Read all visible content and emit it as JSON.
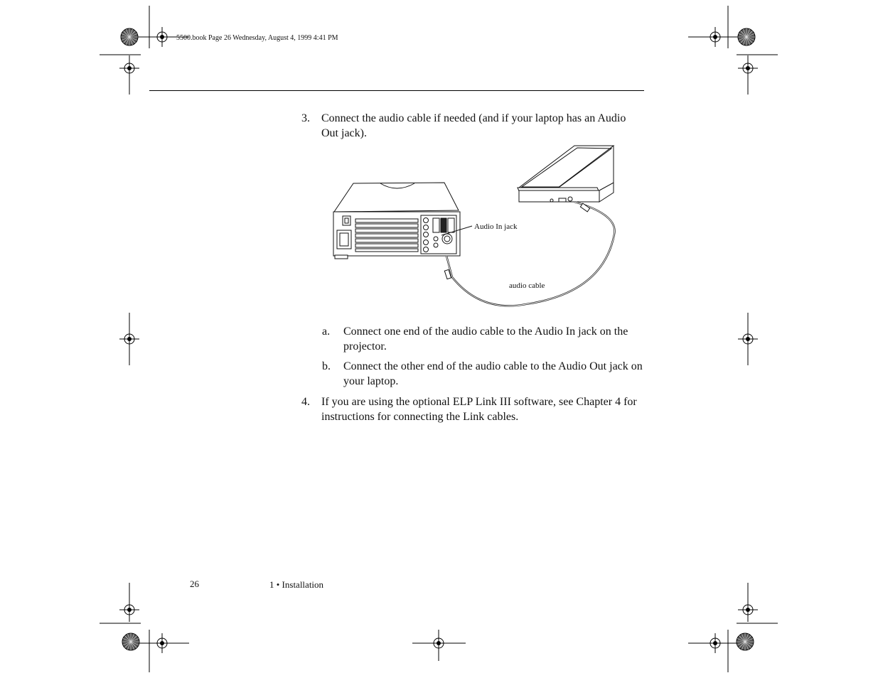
{
  "print_header": "5500.book  Page 26  Wednesday, August 4, 1999  4:41 PM",
  "steps": {
    "step3": {
      "number": "3.",
      "text": "Connect the audio cable if needed (and if your laptop has an Audio Out jack)."
    },
    "sub_a": {
      "number": "a.",
      "text": "Connect one end of the audio cable to the Audio In jack on the projector."
    },
    "sub_b": {
      "number": "b.",
      "text": "Connect the other end of the audio cable to the Audio Out jack on your laptop."
    },
    "step4": {
      "number": "4.",
      "text": "If you are using the optional ELP Link III software, see Chapter 4 for instructions for connecting the Link cables."
    }
  },
  "figure": {
    "audio_in_label": "Audio In jack",
    "cable_label": "audio cable"
  },
  "footer": {
    "page_number": "26",
    "chapter": "1  •  Installation"
  }
}
